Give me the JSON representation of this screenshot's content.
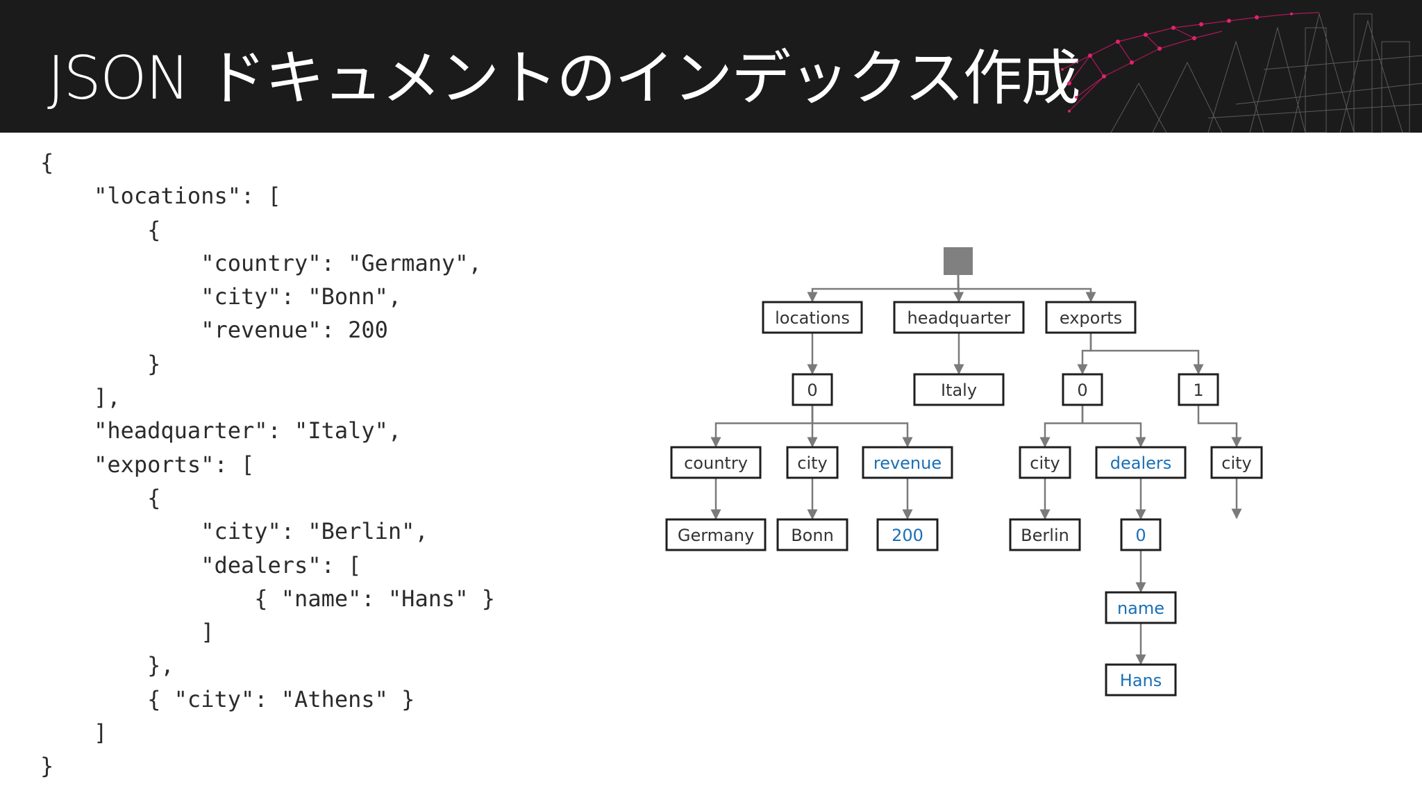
{
  "header": {
    "title": "JSON ドキュメントのインデックス作成"
  },
  "code_lines": [
    "{",
    "    \"locations\": [",
    "        {",
    "            \"country\": \"Germany\",",
    "            \"city\": \"Bonn\",",
    "            \"revenue\": 200",
    "        }",
    "    ],",
    "    \"headquarter\": \"Italy\",",
    "    \"exports\": [",
    "        {",
    "            \"city\": \"Berlin\",",
    "            \"dealers\": [",
    "                { \"name\": \"Hans\" }",
    "            ]",
    "        },",
    "        { \"city\": \"Athens\" }",
    "    ]",
    "}"
  ],
  "colors": {
    "header_bg": "#1c1b1b",
    "highlight_text": "#1a6fb5",
    "normal_text": "#333333",
    "edge": "#7a7a7a",
    "root_fill": "#808080"
  },
  "tree": {
    "root": {
      "id": "root",
      "label": ""
    },
    "nodes": [
      {
        "id": "locations",
        "label": "locations",
        "highlight": false
      },
      {
        "id": "headquarter",
        "label": "headquarter",
        "highlight": false
      },
      {
        "id": "exports",
        "label": "exports",
        "highlight": false
      },
      {
        "id": "loc-0",
        "label": "0",
        "highlight": false
      },
      {
        "id": "italy",
        "label": "Italy",
        "highlight": false
      },
      {
        "id": "exp-0",
        "label": "0",
        "highlight": false
      },
      {
        "id": "exp-1",
        "label": "1",
        "highlight": false
      },
      {
        "id": "country",
        "label": "country",
        "highlight": false
      },
      {
        "id": "city-1",
        "label": "city",
        "highlight": false
      },
      {
        "id": "revenue",
        "label": "revenue",
        "highlight": true
      },
      {
        "id": "city-2",
        "label": "city",
        "highlight": false
      },
      {
        "id": "dealers",
        "label": "dealers",
        "highlight": true
      },
      {
        "id": "city-3",
        "label": "city",
        "highlight": false
      },
      {
        "id": "germany",
        "label": "Germany",
        "highlight": false
      },
      {
        "id": "bonn",
        "label": "Bonn",
        "highlight": false
      },
      {
        "id": "val-200",
        "label": "200",
        "highlight": true
      },
      {
        "id": "berlin",
        "label": "Berlin",
        "highlight": false
      },
      {
        "id": "dealers-0",
        "label": "0",
        "highlight": true
      },
      {
        "id": "name",
        "label": "name",
        "highlight": true
      },
      {
        "id": "hans",
        "label": "Hans",
        "highlight": true
      }
    ],
    "edges": [
      [
        "root",
        "locations"
      ],
      [
        "root",
        "headquarter"
      ],
      [
        "root",
        "exports"
      ],
      [
        "locations",
        "loc-0"
      ],
      [
        "headquarter",
        "italy"
      ],
      [
        "exports",
        "exp-0"
      ],
      [
        "exports",
        "exp-1"
      ],
      [
        "loc-0",
        "country"
      ],
      [
        "loc-0",
        "city-1"
      ],
      [
        "loc-0",
        "revenue"
      ],
      [
        "exp-0",
        "city-2"
      ],
      [
        "exp-0",
        "dealers"
      ],
      [
        "exp-1",
        "city-3"
      ],
      [
        "country",
        "germany"
      ],
      [
        "city-1",
        "bonn"
      ],
      [
        "revenue",
        "val-200"
      ],
      [
        "city-2",
        "berlin"
      ],
      [
        "dealers",
        "dealers-0"
      ],
      [
        "dealers-0",
        "name"
      ],
      [
        "name",
        "hans"
      ],
      [
        "city-3",
        null
      ]
    ]
  }
}
